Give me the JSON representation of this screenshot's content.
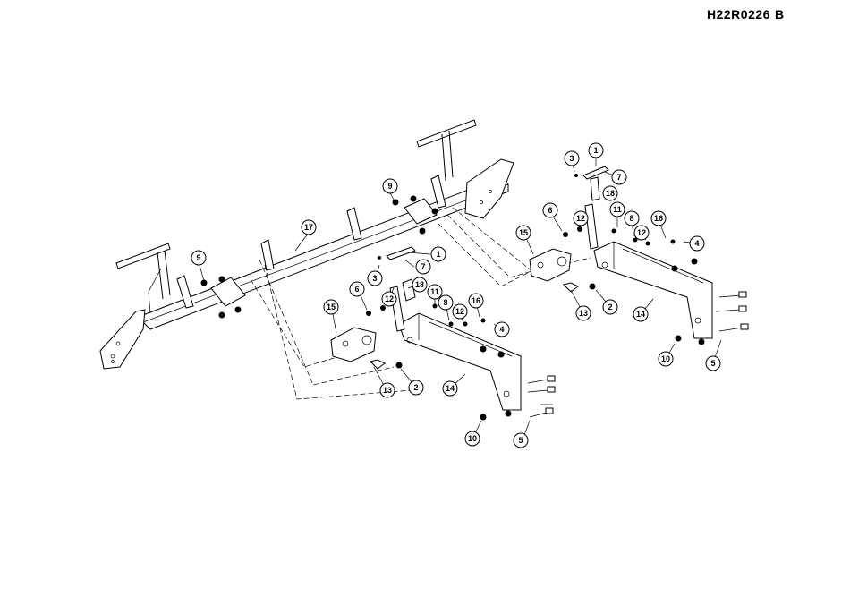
{
  "header": {
    "drawing_code": "H22R0226",
    "revision": "B"
  },
  "callouts": [
    {
      "id": "c17",
      "label": "17"
    },
    {
      "id": "c9a",
      "label": "9"
    },
    {
      "id": "c9b",
      "label": "9"
    },
    {
      "id": "c1a",
      "label": "1"
    },
    {
      "id": "c7a",
      "label": "7"
    },
    {
      "id": "c3a",
      "label": "3"
    },
    {
      "id": "c6a",
      "label": "6"
    },
    {
      "id": "c18a",
      "label": "18"
    },
    {
      "id": "c11a",
      "label": "11"
    },
    {
      "id": "c12a",
      "label": "12"
    },
    {
      "id": "c8a",
      "label": "8"
    },
    {
      "id": "c12b",
      "label": "12"
    },
    {
      "id": "c16a",
      "label": "16"
    },
    {
      "id": "c4a",
      "label": "4"
    },
    {
      "id": "c15a",
      "label": "15"
    },
    {
      "id": "c13a",
      "label": "13"
    },
    {
      "id": "c2a",
      "label": "2"
    },
    {
      "id": "c14a",
      "label": "14"
    },
    {
      "id": "c10a",
      "label": "10"
    },
    {
      "id": "c5a",
      "label": "5"
    },
    {
      "id": "c1b",
      "label": "1"
    },
    {
      "id": "c3b",
      "label": "3"
    },
    {
      "id": "c7b",
      "label": "7"
    },
    {
      "id": "c18b",
      "label": "18"
    },
    {
      "id": "c6b",
      "label": "6"
    },
    {
      "id": "c12c",
      "label": "12"
    },
    {
      "id": "c11b",
      "label": "11"
    },
    {
      "id": "c8b",
      "label": "8"
    },
    {
      "id": "c16b",
      "label": "16"
    },
    {
      "id": "c12d",
      "label": "12"
    },
    {
      "id": "c4b",
      "label": "4"
    },
    {
      "id": "c15b",
      "label": "15"
    },
    {
      "id": "c13b",
      "label": "13"
    },
    {
      "id": "c2b",
      "label": "2"
    },
    {
      "id": "c14b",
      "label": "14"
    },
    {
      "id": "c10b",
      "label": "10"
    },
    {
      "id": "c5b",
      "label": "5"
    }
  ]
}
